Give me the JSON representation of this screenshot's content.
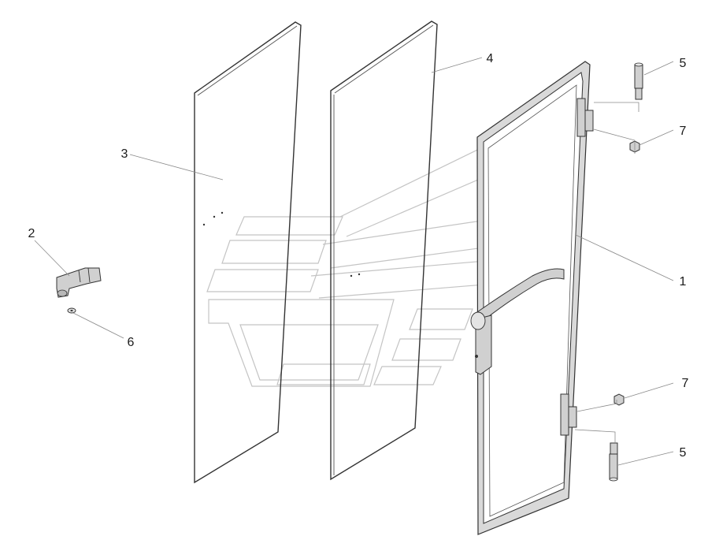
{
  "callouts": [
    {
      "id": "c1",
      "number": "1"
    },
    {
      "id": "c2",
      "number": "2"
    },
    {
      "id": "c3",
      "number": "3"
    },
    {
      "id": "c4",
      "number": "4"
    },
    {
      "id": "c5a",
      "number": "5"
    },
    {
      "id": "c5b",
      "number": "5"
    },
    {
      "id": "c6",
      "number": "6"
    },
    {
      "id": "c7a",
      "number": "7"
    },
    {
      "id": "c7b",
      "number": "7"
    }
  ]
}
